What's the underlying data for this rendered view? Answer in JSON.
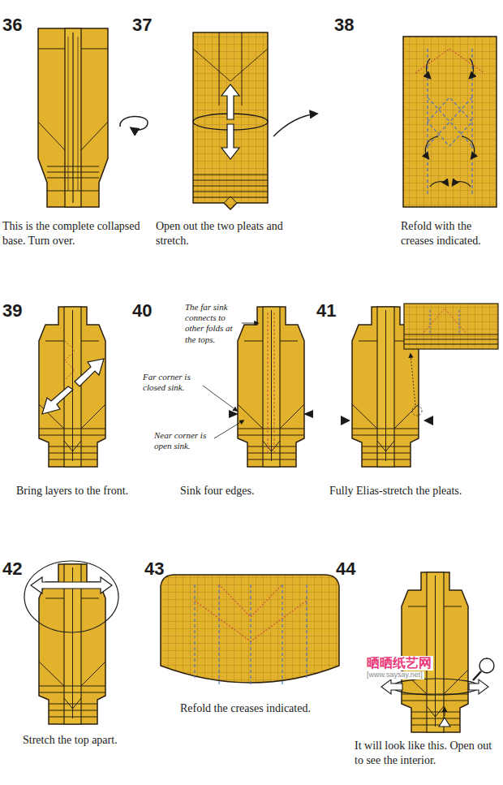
{
  "diagram": {
    "labels": [
      "36",
      "This is the complete collapsed base. Turn over.",
      "37",
      "Open out the two pleats and stretch.",
      "38",
      "Refold with the creases indicated.",
      "39",
      "Bring layers to the front.",
      "40",
      "The far sink connects to other folds at the tops.",
      "Far corner is closed sink.",
      "Near corner is open sink.",
      "Sink four edges.",
      "41",
      "Fully Elias-stretch the pleats.",
      "42",
      "Stretch the top apart.",
      "43",
      "Refold the creases indicated.",
      "44",
      "It will look like this. Open out to see the interior.",
      "晒晒纸艺网",
      "[www.saysay.net]"
    ]
  }
}
